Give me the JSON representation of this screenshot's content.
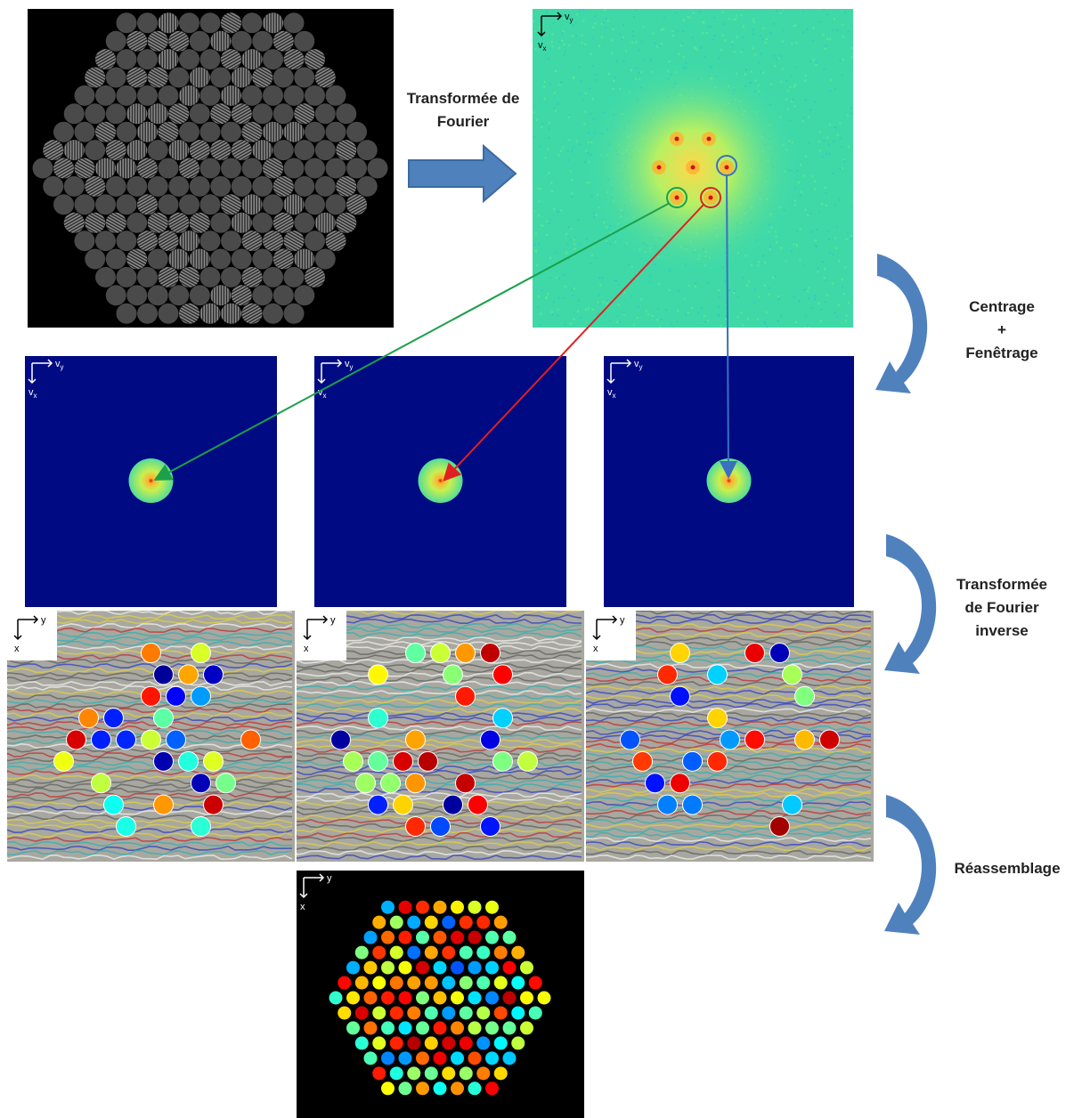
{
  "labels": {
    "fourier": [
      "Transformée de",
      "Fourier"
    ],
    "centrage": [
      "Centrage",
      "+",
      "Fenêtrage"
    ],
    "inverse": [
      "Transformée",
      "de Fourier",
      "inverse"
    ],
    "reassemblage": [
      "Réassemblage"
    ]
  },
  "axes": {
    "freq_y": "v",
    "freq_y_sub": "y",
    "freq_x": "v",
    "freq_x_sub": "x",
    "space_y": "y",
    "space_x": "x"
  },
  "colors": {
    "arrow_blue": "#4f81bd",
    "ring_green": "#1ca04a",
    "ring_red": "#e02020",
    "ring_blue": "#3a70c0",
    "freq_bg": "#000a82",
    "spectrum_bg": "#3fd9a8"
  }
}
